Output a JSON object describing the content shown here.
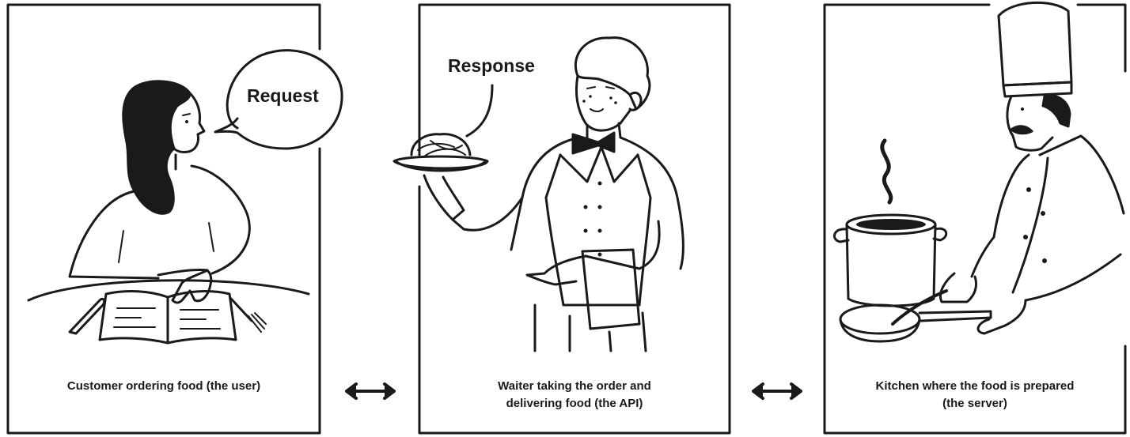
{
  "panels": [
    {
      "id": "customer",
      "bubble": "Request",
      "caption": [
        "Customer ordering food (the user)"
      ]
    },
    {
      "id": "waiter",
      "bubble": "Response",
      "caption": [
        "Waiter taking the order and",
        "delivering food (the API)"
      ]
    },
    {
      "id": "kitchen",
      "caption": [
        "Kitchen where the food is prepared",
        "(the server)"
      ]
    }
  ],
  "connectors": [
    {
      "type": "double-arrow-icon",
      "between": [
        "customer",
        "waiter"
      ]
    },
    {
      "type": "double-arrow-icon",
      "between": [
        "waiter",
        "kitchen"
      ]
    }
  ],
  "colors": {
    "ink": "#1a1a1a",
    "background": "#ffffff"
  }
}
